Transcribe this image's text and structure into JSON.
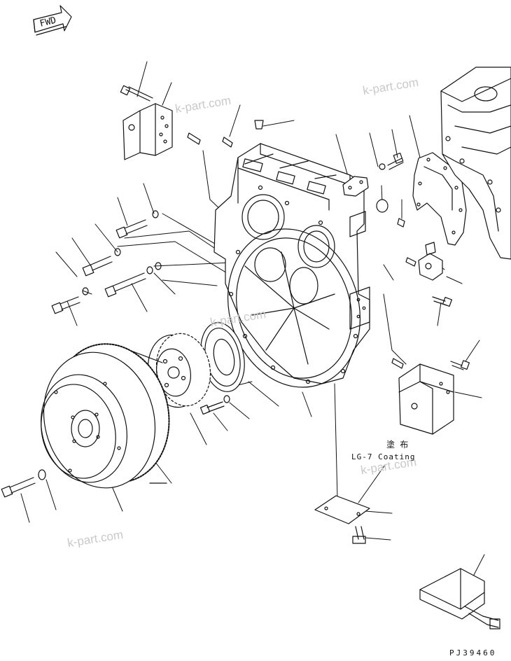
{
  "fwd_label": "FWD",
  "coating_kanji": "塗 布",
  "coating_label": "LG-7 Coating",
  "drawing_code": "PJ39460",
  "watermarks": [
    "k-part.com",
    "k-part.com",
    "k-part.com",
    "k-part.com",
    "k-part.com"
  ],
  "colors": {
    "line": "#111111",
    "watermark": "#c9c9c9",
    "background": "#ffffff"
  }
}
